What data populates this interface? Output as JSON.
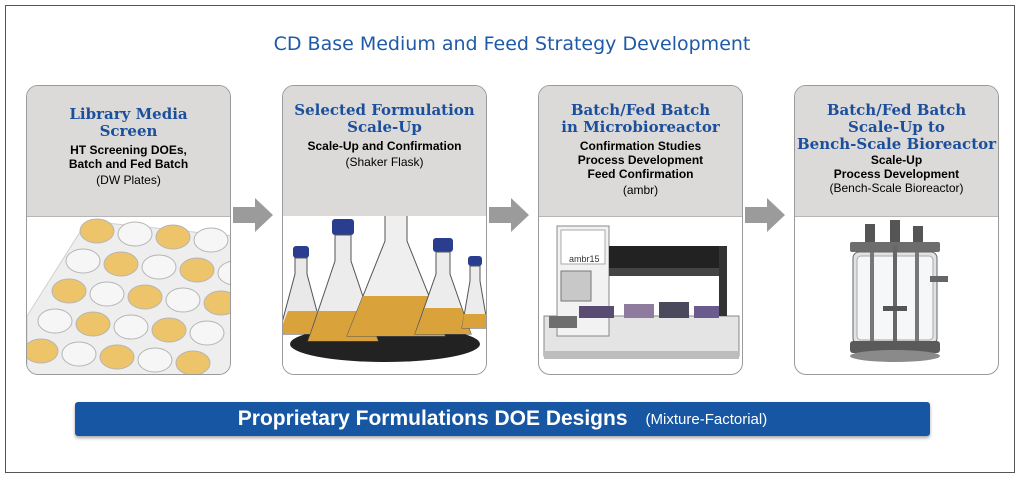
{
  "title": "CD Base Medium and Feed Strategy Development",
  "steps": [
    {
      "title_lines": [
        "Library Media",
        "Screen"
      ],
      "bold_lines": [
        "HT Screening DOEs,",
        "Batch and Fed Batch"
      ],
      "sub": "(DW Plates)",
      "image": "dw-plate-icon"
    },
    {
      "title_lines": [
        "Selected Formulation",
        "Scale-Up"
      ],
      "bold_lines": [
        "Scale-Up and Confirmation"
      ],
      "sub": "(Shaker Flask)",
      "image": "shaker-flasks-icon"
    },
    {
      "title_lines": [
        "Batch/Fed Batch",
        "in Microbioreactor"
      ],
      "bold_lines": [
        "Confirmation Studies",
        "Process Development",
        "Feed Confirmation"
      ],
      "sub": "(ambr)",
      "image": "ambr-system-icon",
      "device_label": "ambr15"
    },
    {
      "title_lines": [
        "Batch/Fed Batch",
        "Scale-Up to",
        "Bench-Scale Bioreactor"
      ],
      "bold_lines": [
        "Scale-Up",
        "Process Development"
      ],
      "sub": "(Bench-Scale Bioreactor)",
      "image": "bioreactor-icon"
    }
  ],
  "banner": {
    "title": "Proprietary Formulations DOE Designs",
    "subtitle": "(Mixture-Factorial)"
  },
  "colors": {
    "title_blue": "#1f5aa8",
    "card_head": "#dcdad9",
    "banner_blue": "#1656a3",
    "arrow_gray": "#9b9b9b",
    "medium_amber": "#d9a23a",
    "cap_blue": "#2a3d8f"
  }
}
